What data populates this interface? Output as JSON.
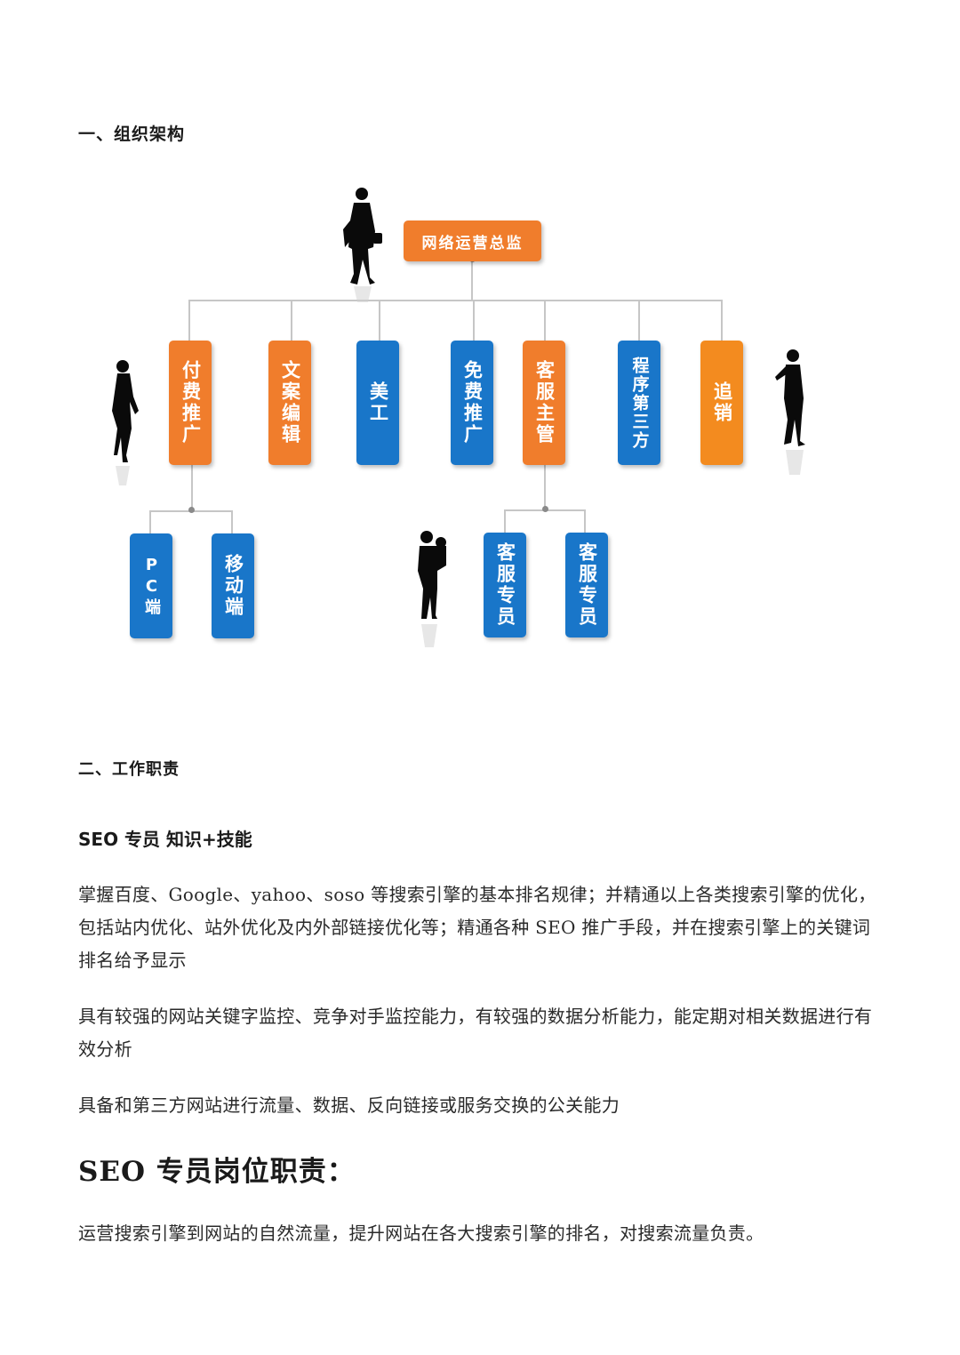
{
  "section1": {
    "title": "一、组织架构"
  },
  "org_chart": {
    "top": {
      "label": "网络运营总监",
      "color": "#f07d2c"
    },
    "level2": [
      {
        "label": "付费推广",
        "color": "#f07d2c"
      },
      {
        "label": "文案编辑",
        "color": "#f07d2c"
      },
      {
        "label": "美工",
        "color": "#1976c9"
      },
      {
        "label": "免费推广",
        "color": "#1976c9"
      },
      {
        "label": "客服主管",
        "color": "#f07d2c"
      },
      {
        "label": "程序第三方",
        "color": "#1976c9"
      },
      {
        "label": "追销",
        "color": "#f38b1f"
      }
    ],
    "level3_paid": [
      {
        "label": "PC端",
        "color": "#1976c9"
      },
      {
        "label": "移动端",
        "color": "#1976c9"
      }
    ],
    "level3_service": [
      {
        "label": "客服专员",
        "color": "#1976c9"
      },
      {
        "label": "客服专员",
        "color": "#1976c9"
      }
    ]
  },
  "section2": {
    "title": "二、工作职责"
  },
  "seo_skills": {
    "heading": "SEO 专员  知识+技能",
    "paragraphs": [
      "掌握百度、Google、yahoo、soso 等搜索引擎的基本排名规律；并精通以上各类搜索引擎的优化，包括站内优化、站外优化及内外部链接优化等；精通各种 SEO 推广手段，并在搜索引擎上的关键词排名给予显示",
      "具有较强的网站关键字监控、竞争对手监控能力，有较强的数据分析能力，能定期对相关数据进行有效分析",
      "具备和第三方网站进行流量、数据、反向链接或服务交换的公关能力"
    ]
  },
  "seo_duties": {
    "heading": "SEO 专员岗位职责：",
    "paragraph": "运营搜索引擎到网站的自然流量，提升网站在各大搜索引擎的排名，对搜索流量负责。"
  }
}
